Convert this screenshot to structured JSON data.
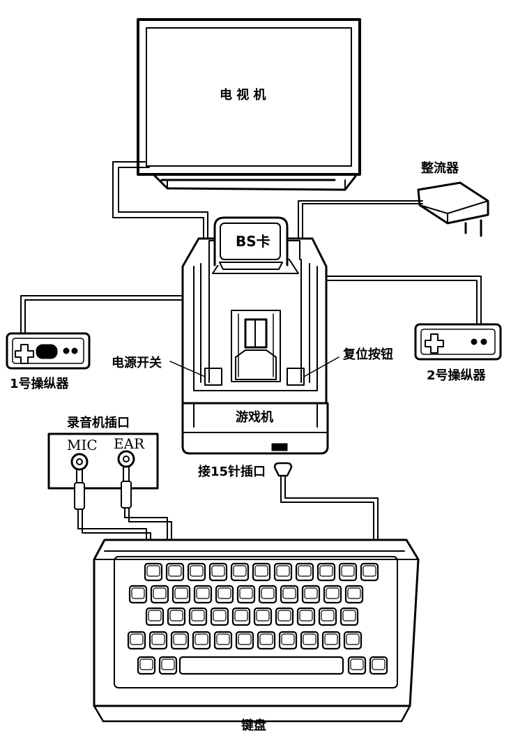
{
  "labels": {
    "tv": "电 视 机",
    "rectifier": "整流器",
    "bs_card": "BS卡",
    "controller_1": "1号操纵器",
    "controller_2": "2号操纵器",
    "power_switch": "电源开关",
    "reset_button": "复位按钮",
    "console": "游戏机",
    "recorder_jack": "录音机插口",
    "mic": "MIC",
    "ear": "EAR",
    "pin15_port": "接15针插口",
    "keyboard": "键盘"
  },
  "keyboard": {
    "rows": [
      11,
      11,
      10,
      11,
      4
    ],
    "has_spacebar": true
  }
}
